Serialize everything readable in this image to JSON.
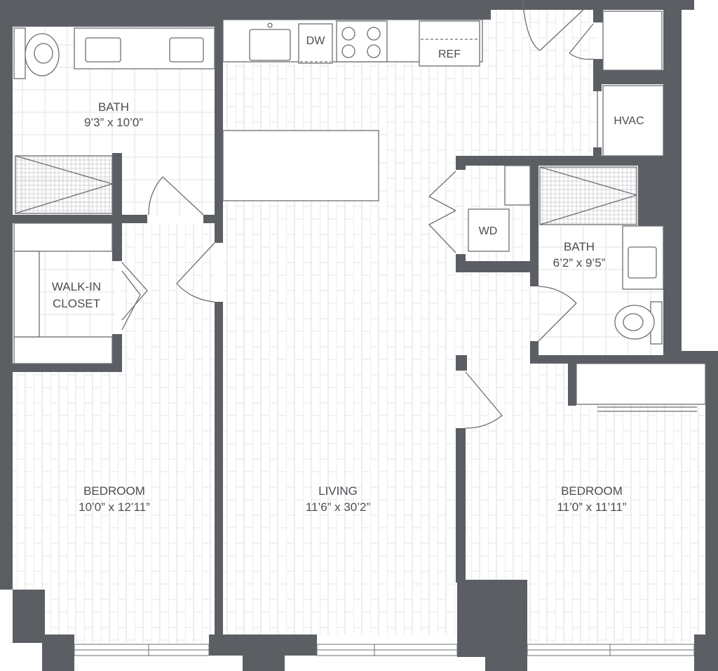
{
  "colors": {
    "wall": "#5b5e63",
    "floor_line": "#d9dadc",
    "fixture_stroke": "#6b6e73",
    "label": "#4a4d52",
    "background": "#ffffff"
  },
  "rooms": {
    "bath1": {
      "name": "BATH",
      "dims": "9’3” x 10’0”"
    },
    "bath2": {
      "name": "BATH",
      "dims": "6’2” x 9’5”"
    },
    "closet": {
      "line1": "WALK-IN",
      "line2": "CLOSET"
    },
    "bedroom1": {
      "name": "BEDROOM",
      "dims": "10’0” x 12’11”"
    },
    "living": {
      "name": "LIVING",
      "dims": "11’6” x 30’2”"
    },
    "bedroom2": {
      "name": "BEDROOM",
      "dims": "11’0” x 11’11”"
    }
  },
  "fixtures": {
    "dishwasher": "DW",
    "refrigerator": "REF",
    "hvac": "HVAC",
    "washer_dryer": "WD"
  }
}
